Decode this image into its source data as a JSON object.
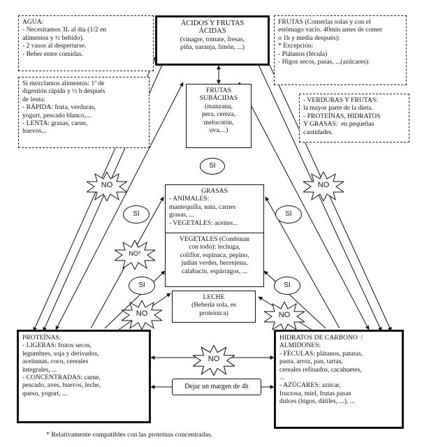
{
  "agua": {
    "lines": [
      "AGUA:",
      "- Necesitamos 3L al día (1/2 en",
      "alimentos y ½ bebido).",
      "- 2 vasos al despertarse.",
      "- Beber entre comidas."
    ]
  },
  "mezcla": {
    "lines": [
      "Si mezclamos alimentos: 1º de",
      "digestión rápida y ½ h después",
      "de lenta:",
      "- RÁPIDA: fruta, verduras,",
      "yogurt, pescado blanco,...",
      "- LENTA: grasas, carne,",
      "huevos..."
    ]
  },
  "frutas_note": {
    "lines": [
      "FRUTAS (Comerlas solas y con el",
      "estómago vacío. 40min antes de comer",
      "o 1h y media después):",
      "",
      "* Excepción:",
      "- Plátanos (fécula)",
      "- Higos secos, pasas, ...(azúcares):"
    ]
  },
  "verduras_note": {
    "lines": [
      "- VERDURAS Y FRUTAS:",
      "la mayor parte de la dieta.",
      "- PROTEÍNAS, HIDRATOS",
      "Y GRASAS:  en pequeñas",
      "cantidades."
    ]
  },
  "acidos": {
    "title_lines": [
      "ÁCIDOS Y FRUTAS",
      "ÁCIDAS"
    ],
    "body_lines": [
      "(vinagre, tomate, fresas,",
      "piña, naranja, limón, ...)"
    ]
  },
  "subacidas": {
    "lines": [
      "FRUTAS",
      "SUBÁCIDAS",
      "(manzana,",
      "pera, cereza,",
      "melocotón,",
      "uva,...)"
    ]
  },
  "grasas": {
    "lines": [
      "GRASAS",
      "- ANIMALES:",
      "mantequilla, nata, carnes",
      "grasas, ..."
    ],
    "vegetales": "- VEGETALES: aceites..."
  },
  "vegetales": {
    "lines": [
      "VEGETALES (Combinan",
      "con todo): lechuga,",
      "coliflor, espinaca, pepino,",
      "judías verdes, berenjena,",
      "calabacín, espárragos, ..."
    ]
  },
  "leche": {
    "lines": [
      "LECHE",
      "(Bebería sola, es",
      "proteínica)"
    ]
  },
  "proteinas": {
    "lines": [
      "PROTEÍNAS:",
      "",
      "- LIGERAS: frutos secos,",
      "legumbres, soja y derivados,",
      "aceitunas, coco, cereales",
      "integrales, ...",
      "- CONCENTRADAS: carne,",
      "pescado, aves, huevos, leche,",
      "queso, yogurt, ..."
    ]
  },
  "hidratos": {
    "lines": [
      "HIDRATOS DE CARBONO  /",
      "ALMIDONES:",
      "",
      "- FÉCULAS: plátanos, patatas,",
      "pasta, arroz, pan, tartas,",
      "cereales refinados, cacahuetes,",
      "...",
      "- AZÚCARES: azúcar,",
      "fructosa, miel, frutas pasas",
      "dulces (higos, dátiles, ...), ..."
    ]
  },
  "margen": "Dejar un margen de 4h",
  "labels": {
    "si": "SI",
    "no": "NO",
    "no_star": "NO*"
  },
  "footnote": "*  Relativamente compatibles con las proteínas concentradas."
}
